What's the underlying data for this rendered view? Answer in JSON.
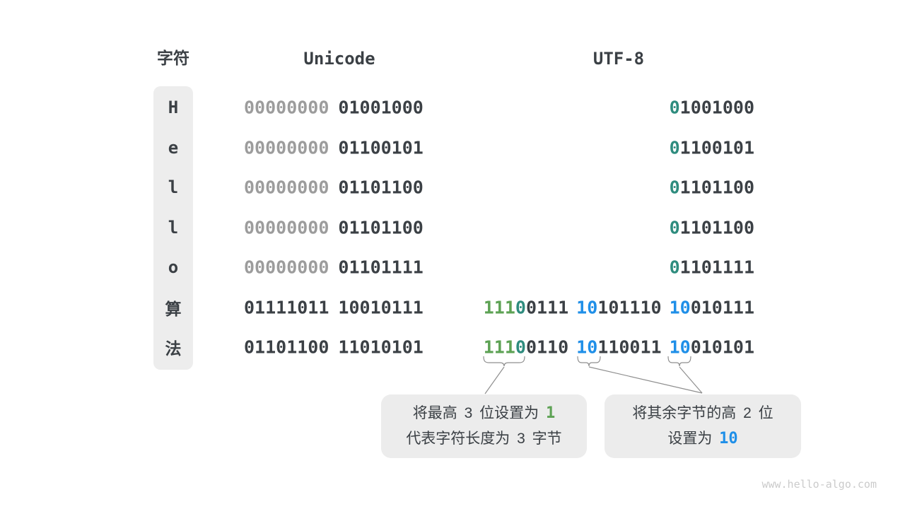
{
  "header": {
    "char_label": "字符",
    "unicode_label": "Unicode",
    "utf8_label": "UTF-8"
  },
  "colors": {
    "dark": "#3b4045",
    "gray": "#9c9c9c",
    "green": "#5da254",
    "teal": "#2e8c7e",
    "blue": "#1f8fe8"
  },
  "rows": [
    {
      "char": "H",
      "char_type": "latin",
      "unicode_bytes": [
        [
          {
            "t": "00000000",
            "c": "gray"
          }
        ],
        [
          {
            "t": "01001000",
            "c": "dark"
          }
        ]
      ],
      "utf8_bytes": [
        [
          {
            "t": "0",
            "c": "teal"
          },
          {
            "t": "1001000",
            "c": "dark"
          }
        ]
      ]
    },
    {
      "char": "e",
      "char_type": "latin",
      "unicode_bytes": [
        [
          {
            "t": "00000000",
            "c": "gray"
          }
        ],
        [
          {
            "t": "01100101",
            "c": "dark"
          }
        ]
      ],
      "utf8_bytes": [
        [
          {
            "t": "0",
            "c": "teal"
          },
          {
            "t": "1100101",
            "c": "dark"
          }
        ]
      ]
    },
    {
      "char": "l",
      "char_type": "latin",
      "unicode_bytes": [
        [
          {
            "t": "00000000",
            "c": "gray"
          }
        ],
        [
          {
            "t": "01101100",
            "c": "dark"
          }
        ]
      ],
      "utf8_bytes": [
        [
          {
            "t": "0",
            "c": "teal"
          },
          {
            "t": "1101100",
            "c": "dark"
          }
        ]
      ]
    },
    {
      "char": "l",
      "char_type": "latin",
      "unicode_bytes": [
        [
          {
            "t": "00000000",
            "c": "gray"
          }
        ],
        [
          {
            "t": "01101100",
            "c": "dark"
          }
        ]
      ],
      "utf8_bytes": [
        [
          {
            "t": "0",
            "c": "teal"
          },
          {
            "t": "1101100",
            "c": "dark"
          }
        ]
      ]
    },
    {
      "char": "o",
      "char_type": "latin",
      "unicode_bytes": [
        [
          {
            "t": "00000000",
            "c": "gray"
          }
        ],
        [
          {
            "t": "01101111",
            "c": "dark"
          }
        ]
      ],
      "utf8_bytes": [
        [
          {
            "t": "0",
            "c": "teal"
          },
          {
            "t": "1101111",
            "c": "dark"
          }
        ]
      ]
    },
    {
      "char": "算",
      "char_type": "cjk",
      "unicode_bytes": [
        [
          {
            "t": "01111011",
            "c": "dark"
          }
        ],
        [
          {
            "t": "10010111",
            "c": "dark"
          }
        ]
      ],
      "utf8_bytes": [
        [
          {
            "t": "111",
            "c": "green"
          },
          {
            "t": "0",
            "c": "teal"
          },
          {
            "t": "0111",
            "c": "dark"
          }
        ],
        [
          {
            "t": "10",
            "c": "blue"
          },
          {
            "t": "101110",
            "c": "dark"
          }
        ],
        [
          {
            "t": "10",
            "c": "blue"
          },
          {
            "t": "010111",
            "c": "dark"
          }
        ]
      ]
    },
    {
      "char": "法",
      "char_type": "cjk",
      "unicode_bytes": [
        [
          {
            "t": "01101100",
            "c": "dark"
          }
        ],
        [
          {
            "t": "11010101",
            "c": "dark"
          }
        ]
      ],
      "utf8_bytes": [
        [
          {
            "t": "111",
            "c": "green"
          },
          {
            "t": "0",
            "c": "teal"
          },
          {
            "t": "0110",
            "c": "dark"
          }
        ],
        [
          {
            "t": "10",
            "c": "blue"
          },
          {
            "t": "110011",
            "c": "dark"
          }
        ],
        [
          {
            "t": "10",
            "c": "blue"
          },
          {
            "t": "010101",
            "c": "dark"
          }
        ]
      ]
    }
  ],
  "callout_left": {
    "line1": [
      {
        "t": "将最高 3 位设置为 ",
        "c": "dark"
      },
      {
        "t": "1",
        "c": "green",
        "hl": true
      }
    ],
    "line2": [
      {
        "t": "代表字符长度为 3 字节",
        "c": "dark"
      }
    ]
  },
  "callout_right": {
    "line1": [
      {
        "t": "将其余字节的高 2 位",
        "c": "dark"
      }
    ],
    "line2": [
      {
        "t": "设置为 ",
        "c": "dark"
      },
      {
        "t": "10",
        "c": "blue",
        "hl": true
      }
    ]
  },
  "watermark": "www.hello-algo.com"
}
